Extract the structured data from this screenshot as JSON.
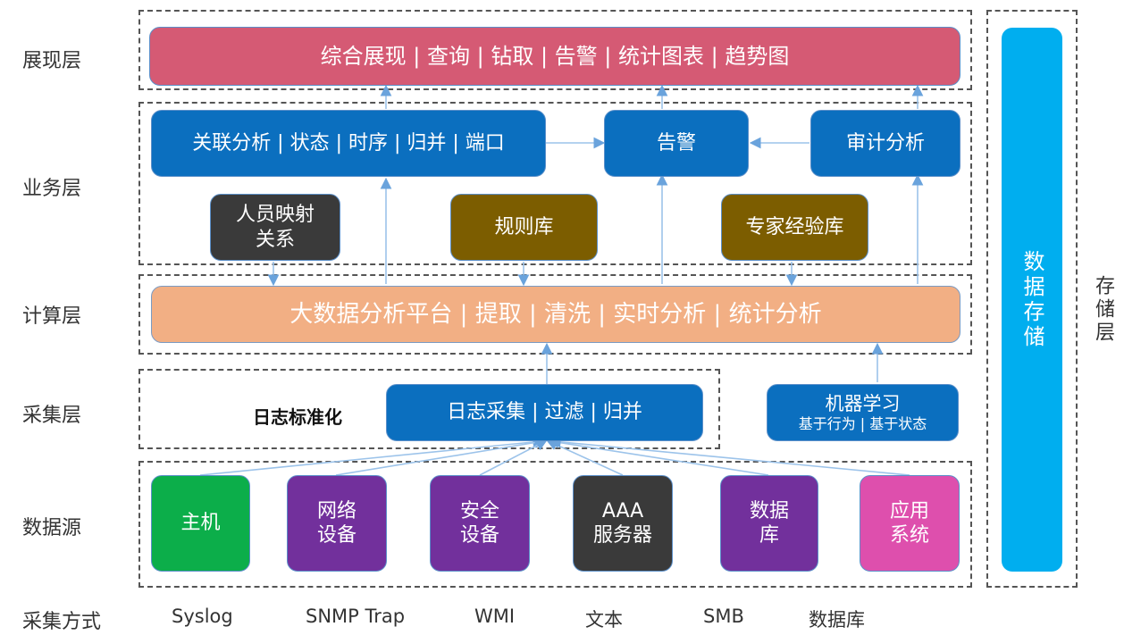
{
  "layers": {
    "presentation": "展现层",
    "business": "业务层",
    "compute": "计算层",
    "collection": "采集层",
    "datasource": "数据源",
    "method": "采集方式",
    "storage": "存储层"
  },
  "presentation_bar": "综合展现 | 查询 | 钻取 | 告警 | 统计图表 | 趋势图",
  "business": {
    "correlation": "关联分析 | 状态 | 时序 | 归并 | 端口",
    "alert": "告警",
    "audit": "审计分析",
    "person_mapping_line1": "人员映射",
    "person_mapping_line2": "关系",
    "rule_base": "规则库",
    "expert_base": "专家经验库"
  },
  "compute_bar": "大数据分析平台 | 提取 | 清洗 | 实时分析 | 统计分析",
  "collection": {
    "normalization": "日志标准化",
    "log_collect": "日志采集 | 过滤 | 归并",
    "ml_title": "机器学习",
    "ml_sub": "基于行为 | 基于状态"
  },
  "storage_bar": "数据存储",
  "datasources": [
    {
      "line1": "主机",
      "line2": ""
    },
    {
      "line1": "网络",
      "line2": "设备"
    },
    {
      "line1": "安全",
      "line2": "设备"
    },
    {
      "line1": "AAA",
      "line2": "服务器"
    },
    {
      "line1": "数据",
      "line2": "库"
    },
    {
      "line1": "应用",
      "line2": "系统"
    }
  ],
  "methods": [
    "Syslog",
    "SNMP Trap",
    "WMI",
    "文本",
    "SMB",
    "数据库"
  ],
  "colors": {
    "presentation": "#d55a74",
    "business_blue": "#0b6fbf",
    "dark": "#3a3a3a",
    "brown": "#7c5d00",
    "compute": "#f2af84",
    "storage": "#00aeef",
    "host": "#0cae4a",
    "purple": "#72309c",
    "app": "#de4fad",
    "arrow": "#7fb0e0"
  }
}
